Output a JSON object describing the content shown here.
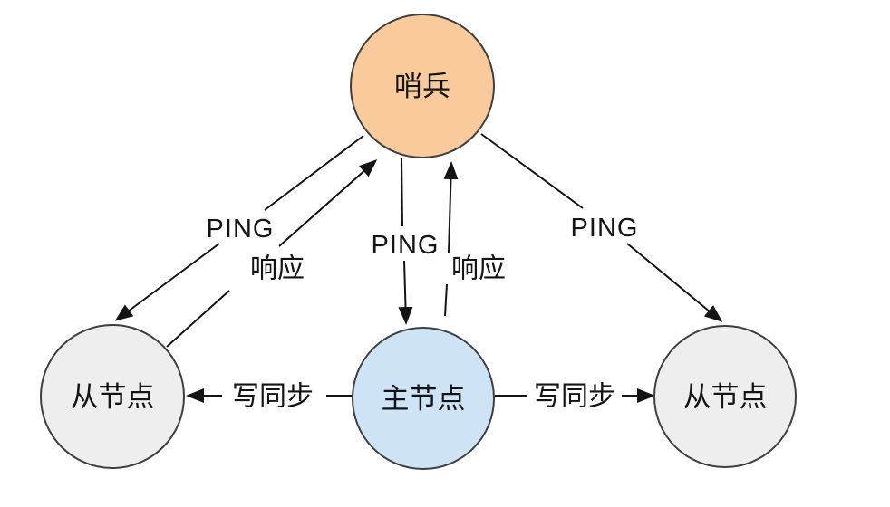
{
  "diagram": {
    "background": "#ffffff",
    "line_color": "#141414",
    "text_color": "#141414",
    "node_border_color": "#3f3f3f"
  },
  "nodes": {
    "sentinel": {
      "label": "哨兵",
      "fill": "#f9cb9c"
    },
    "master": {
      "label": "主节点",
      "fill": "#cfe3f6"
    },
    "slave_left": {
      "label": "从节点",
      "fill": "#eeeeee"
    },
    "slave_right": {
      "label": "从节点",
      "fill": "#eeeeee"
    }
  },
  "edges": {
    "ping_left": {
      "label": "PING",
      "from": "sentinel",
      "to": "slave_left"
    },
    "response_left": {
      "label": "响应",
      "from": "slave_left",
      "to": "sentinel"
    },
    "ping_center": {
      "label": "PING",
      "from": "sentinel",
      "to": "master"
    },
    "response_center": {
      "label": "响应",
      "from": "master",
      "to": "sentinel"
    },
    "ping_right": {
      "label": "PING",
      "from": "sentinel",
      "to": "slave_right"
    },
    "write_sync_left": {
      "label": "写同步",
      "from": "master",
      "to": "slave_left"
    },
    "write_sync_right": {
      "label": "写同步",
      "from": "master",
      "to": "slave_right"
    }
  }
}
